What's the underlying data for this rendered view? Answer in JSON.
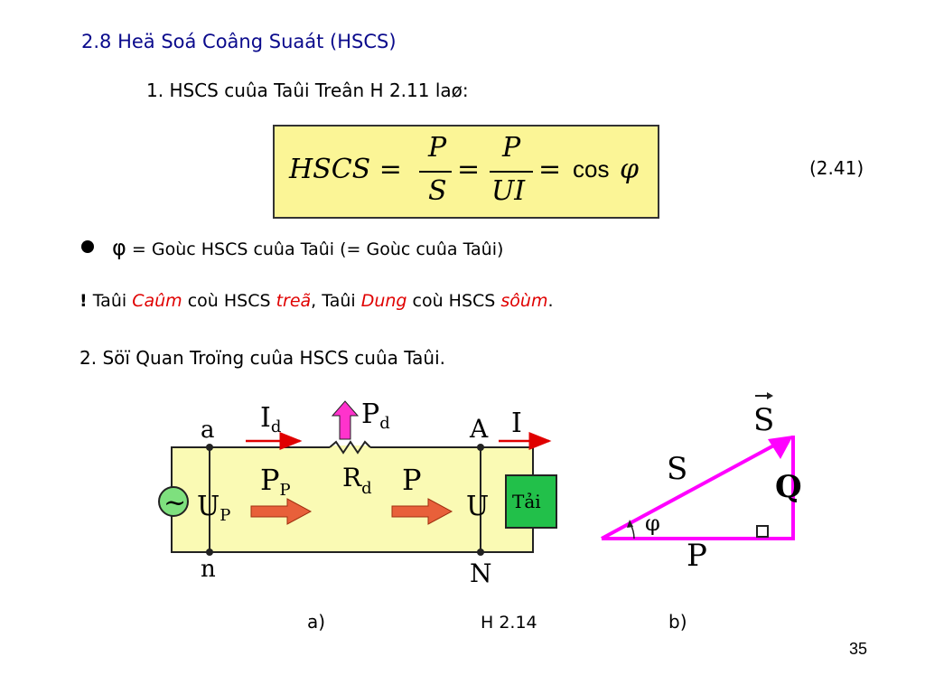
{
  "heading": "2.8 Heä Soá Coâng Suaát (HSCS)",
  "item1": "1.   HSCS cuûa Taûi Treân H 2.11 laø:",
  "formula": {
    "lhs": "HSCS =",
    "num1": "P",
    "den1": "S",
    "eq2": "=",
    "num2": "P",
    "den2": "UI",
    "eq3": "=",
    "cos": "cos",
    "phi": "φ"
  },
  "eq_number": "(2.41)",
  "bullet": {
    "symbol": "φ",
    "text": "= Goùc HSCS cuûa Taûi (= Goùc cuûa Taûi)"
  },
  "note": {
    "mark": "!",
    "p1": " Taûi ",
    "w1": "Caûm",
    "p2": " coù HSCS ",
    "w2": "treã",
    "p3": ", Taûi ",
    "w3": "Dung",
    "p4": " coù HSCS ",
    "w4": "sôùm",
    "p5": "."
  },
  "item2": "2. Söï Quan Troïng cuûa HSCS cuûa Taûi.",
  "circuit": {
    "Id_main": "I",
    "Id_sub": "d",
    "Pd_main": "P",
    "Pd_sub": "d",
    "node_a": "a",
    "node_A": "A",
    "I_label": "I",
    "Rd_main": "R",
    "Rd_sub": "d",
    "Pp_main": "P",
    "Pp_sub": "P",
    "P_label": "P",
    "Up_main": "U",
    "Up_sub": "P",
    "U_label": "U",
    "load": "Tải",
    "source": "~",
    "node_n": "n",
    "node_N": "N"
  },
  "triangle": {
    "S_vec": "S",
    "S": "S",
    "Q": "Q",
    "phi": "φ",
    "P": "P"
  },
  "caption_a": "a)",
  "caption_fig": "H 2.14",
  "caption_b": "b)",
  "page_number": "35",
  "colors": {
    "heading": "#0a0a8c",
    "accent_red": "#e00000",
    "magenta": "#ff00ff",
    "box_fill": "#fbf596",
    "circuit_fill": "#fafab4",
    "load_green": "#22c04a"
  }
}
